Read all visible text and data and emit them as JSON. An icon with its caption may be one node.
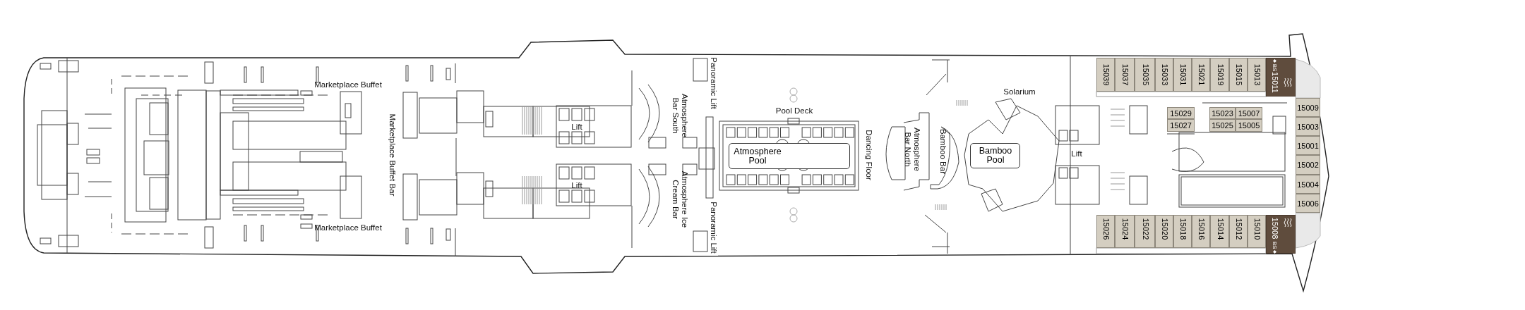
{
  "diagram": {
    "nodes": [
      {
        "text": [
          "Atmosphere Pool"
        ]
      },
      {
        "text": [
          "Bamboo Pool"
        ]
      },
      {
        "text": [
          "15039"
        ]
      },
      {
        "text": [
          "15037"
        ]
      },
      {
        "text": [
          "15035"
        ]
      },
      {
        "text": [
          "15033"
        ]
      },
      {
        "text": [
          "15031"
        ]
      },
      {
        "text": [
          "15021"
        ]
      },
      {
        "text": [
          "15019"
        ]
      },
      {
        "text": [
          "15015"
        ]
      },
      {
        "text": [
          "15013"
        ]
      },
      {
        "text": [
          "15011",
          "BS"
        ]
      },
      {
        "text": [
          "15029"
        ]
      },
      {
        "text": [
          "15023"
        ]
      },
      {
        "text": [
          "15007"
        ]
      },
      {
        "text": [
          "15027"
        ]
      },
      {
        "text": [
          "15025"
        ]
      },
      {
        "text": [
          "15005"
        ]
      },
      {
        "text": [
          "15009"
        ]
      },
      {
        "text": [
          "15003"
        ]
      },
      {
        "text": [
          "15001"
        ]
      },
      {
        "text": [
          "15002"
        ]
      },
      {
        "text": [
          "15004"
        ]
      },
      {
        "text": [
          "15006"
        ]
      },
      {
        "text": [
          "15026"
        ]
      },
      {
        "text": [
          "15024"
        ]
      },
      {
        "text": [
          "15022"
        ]
      },
      {
        "text": [
          "15020"
        ]
      },
      {
        "text": [
          "15018"
        ]
      },
      {
        "text": [
          "15016"
        ]
      },
      {
        "text": [
          "15014"
        ]
      },
      {
        "text": [
          "15012"
        ]
      },
      {
        "text": [
          "15010"
        ]
      },
      {
        "text": [
          "15008",
          "BS"
        ]
      }
    ],
    "labels": [
      "Marketplace Buffet",
      "Marketplace Buffet Bar",
      "Marketplace Buffet",
      "Lift",
      "Lift",
      "Atmosphere Bar South",
      "Atmosphere Ice Cream Bar",
      "Panoramic Lift",
      "Panoramic Lift",
      "Pool Deck",
      "Dancing Floor",
      "Atmosphere Bar North",
      "Bamboo Bar",
      "Solarium",
      "Lift"
    ]
  }
}
